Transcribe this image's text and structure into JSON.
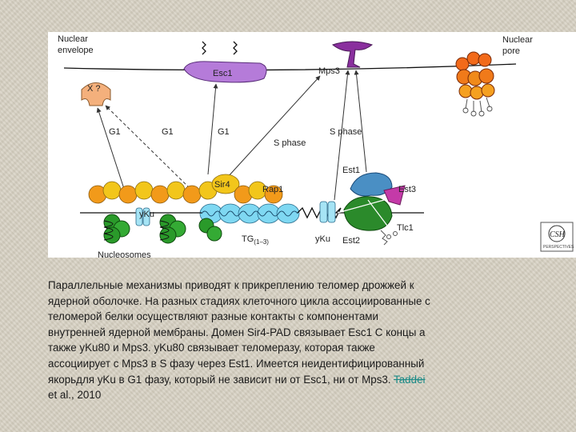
{
  "labels": {
    "nuclear_envelope": [
      "Nuclear",
      "envelope"
    ],
    "nuclear_pore": [
      "Nuclear",
      "pore"
    ],
    "x_unknown": "X ?",
    "esc1": "Esc1",
    "mps3": "Mps3",
    "g1_a": "G1",
    "g1_b": "G1",
    "g1_c": "G1",
    "s_phase_a": "S phase",
    "s_phase_b": "S phase",
    "est1": "Est1",
    "est2": "Est2",
    "est3": "Est3",
    "tlc1": "Tlc1",
    "sir4": "Sir4",
    "rap1": "Rap1",
    "yku_a": "yKu",
    "yku_b": "yKu",
    "tg_main": "TG",
    "tg_sub": "(1–3)",
    "nucleosomes": "Nucleosomes"
  },
  "logo": {
    "text": "CSH",
    "subtext": "PERSPECTIVES"
  },
  "caption": {
    "line1": "Параллельные механизмы приводят к прикреплению теломер дрожжей к",
    "line2": "ядерной оболочке. На разных стадиях клеточного цикла ассоциированные с",
    "line3": "теломерой белки осуществляют разные контакты с компонентами",
    "line4": "внутренней ядерной мембраны. Домен Sir4-PAD связывает Esc1 С концы а",
    "line5": "также yKu80 и Mps3. yKu80 связывает теломеразу, которая также",
    "line6": "ассоциирует с Mps3 в S фазу через Est1. Имеется неидентифицированный",
    "line7a": "якорьдля yKu в G1 фазу, который не зависит ни от Esc1, ни от Mps3. ",
    "line7_ref": "Taddei",
    "line8": "et al., 2010"
  },
  "colors": {
    "esc1": "#b57bd9",
    "mps3": "#8a2f9e",
    "pore": "#e85a12",
    "x_protein": "#f4b07c",
    "sir4": "#f2c61b",
    "rap1": "#7fd8f2",
    "nucleosome": "#2a9a2a",
    "est_green": "#2b8a2b",
    "est1_blue": "#4a8fc4",
    "est3_magenta": "#c43aa8"
  }
}
